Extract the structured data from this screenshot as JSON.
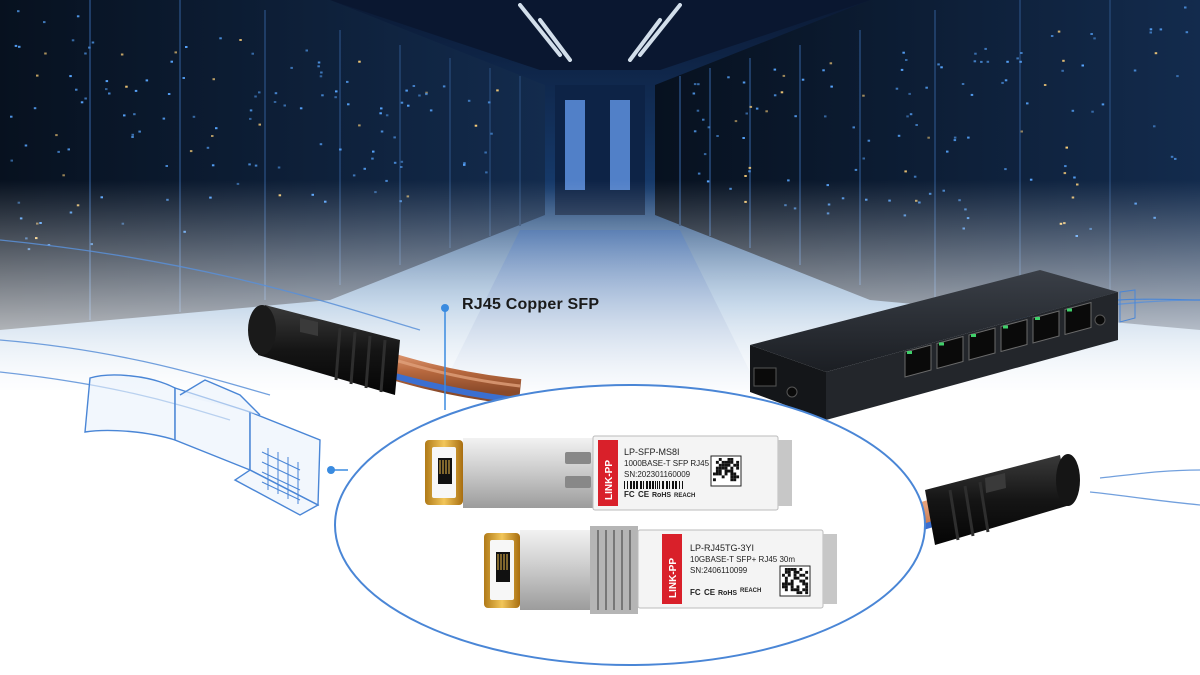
{
  "callout": {
    "label": "RJ45 Copper SFP"
  },
  "modules": [
    {
      "brand": "LINK-PP",
      "model": "LP-SFP-MS8I",
      "spec": "1000BASE-T SFP RJ45 100m",
      "serial": "SN:202301160009",
      "marks": [
        "FC",
        "CE",
        "RoHS",
        "REACH"
      ]
    },
    {
      "brand": "LINK-PP",
      "model": "LP-RJ45TG-3YI",
      "spec": "10GBASE-T SFP+ RJ45 30m",
      "serial": "SN:2406110099",
      "marks": [
        "FC",
        "CE",
        "RoHS",
        "REACH"
      ]
    }
  ],
  "colors": {
    "accent_blue": "#3a8be0",
    "label_red": "#d9202a",
    "datacenter_dark": "#0c1a33"
  }
}
